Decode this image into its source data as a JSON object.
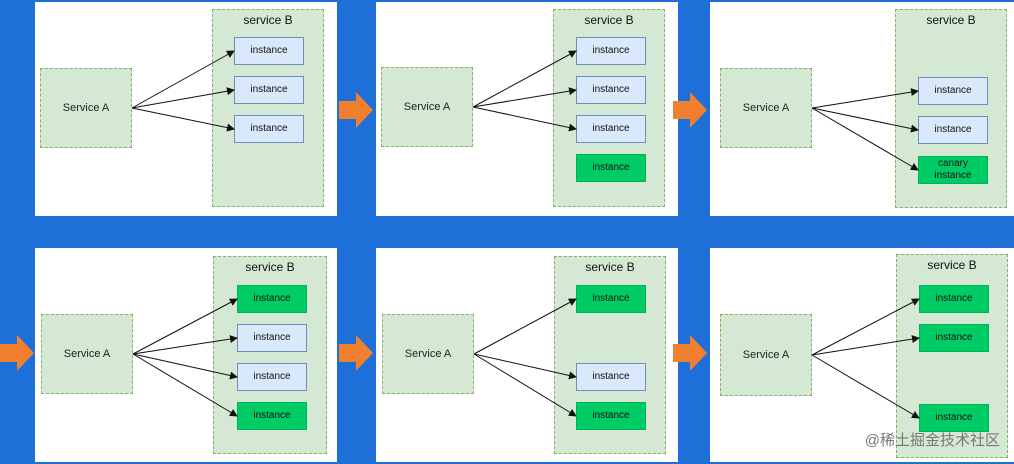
{
  "panels": [
    {
      "service_a": "Service A",
      "service_b": "service B",
      "instances": [
        {
          "label": "instance",
          "kind": "old"
        },
        {
          "label": "instance",
          "kind": "old"
        },
        {
          "label": "instance",
          "kind": "old"
        }
      ]
    },
    {
      "service_a": "Service A",
      "service_b": "service B",
      "instances": [
        {
          "label": "instance",
          "kind": "old"
        },
        {
          "label": "instance",
          "kind": "old"
        },
        {
          "label": "instance",
          "kind": "old"
        },
        {
          "label": "instance",
          "kind": "new"
        }
      ]
    },
    {
      "service_a": "Service A",
      "service_b": "service B",
      "instances": [
        {
          "label": "instance",
          "kind": "old"
        },
        {
          "label": "instance",
          "kind": "old"
        },
        {
          "label": "canary\ninstance",
          "kind": "new"
        }
      ]
    },
    {
      "service_a": "Service A",
      "service_b": "service B",
      "instances": [
        {
          "label": "instance",
          "kind": "new"
        },
        {
          "label": "instance",
          "kind": "old"
        },
        {
          "label": "instance",
          "kind": "old"
        },
        {
          "label": "instance",
          "kind": "new"
        }
      ]
    },
    {
      "service_a": "Service A",
      "service_b": "service B",
      "instances": [
        {
          "label": "instance",
          "kind": "new"
        },
        {
          "label": "instance",
          "kind": "old"
        },
        {
          "label": "instance",
          "kind": "new"
        }
      ]
    },
    {
      "service_a": "Service A",
      "service_b": "service B",
      "instances": [
        {
          "label": "instance",
          "kind": "new"
        },
        {
          "label": "instance",
          "kind": "new"
        },
        {
          "label": "instance",
          "kind": "new"
        }
      ]
    }
  ],
  "colors": {
    "background": "#1f6fd8",
    "service_fill": "#d5e8d4",
    "instance_old": "#dae8fc",
    "instance_new": "#00cc66",
    "step_arrow": "#f08030"
  },
  "watermark": "@稀土掘金技术社区"
}
